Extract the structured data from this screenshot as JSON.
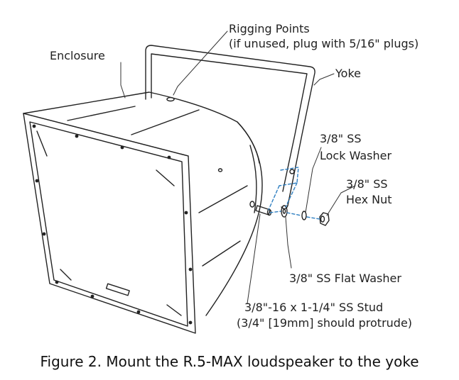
{
  "labels": {
    "enclosure": "Enclosure",
    "rigging_line1": "Rigging Points",
    "rigging_line2": "(if unused, plug with 5/16\" plugs)",
    "yoke": "Yoke",
    "lock_washer_line1": "3/8\" SS",
    "lock_washer_line2": "Lock Washer",
    "hex_nut_line1": "3/8\" SS",
    "hex_nut_line2": "Hex Nut",
    "flat_washer": "3/8\" SS Flat Washer",
    "stud_line1": "3/8\"-16 x 1-1/4\" SS Stud",
    "stud_line2": "(3/4\" [19mm] should protrude)"
  },
  "caption": "Figure 2. Mount the R.5-MAX loudspeaker to the yoke",
  "colors": {
    "line": "#222222",
    "dash": "#2f7fc1",
    "background": "#ffffff"
  }
}
